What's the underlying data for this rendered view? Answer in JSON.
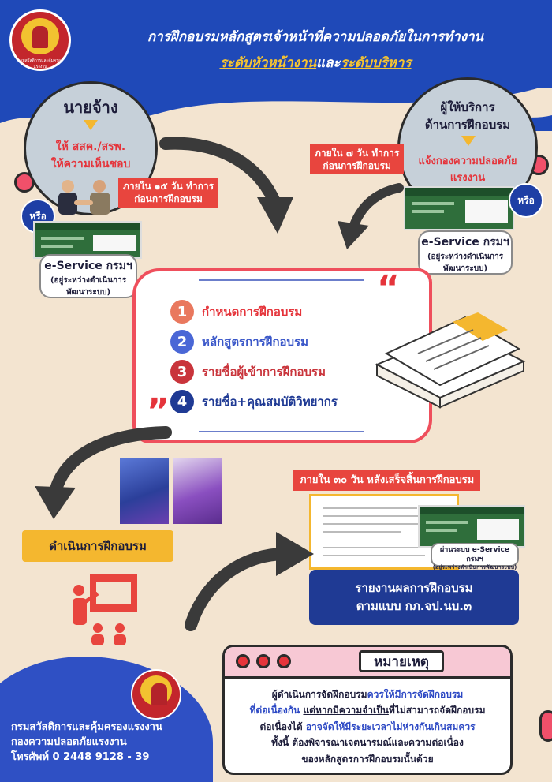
{
  "header": {
    "logo_text": "กรมสวัสดิการและคุ้มครองแรงงาน",
    "title": "การฝึกอบรมหลักสูตรเจ้าหน้าที่ความปลอดภัยในการทำงาน",
    "subtitle_part1": "ระดับหัวหน้างาน",
    "subtitle_join": "และ",
    "subtitle_part2": "ระดับบริหาร"
  },
  "employer": {
    "title": "นายจ้าง",
    "line1": "ให้ สสค./สรพ.",
    "line2": "ให้ความเห็นชอบ",
    "deadline_line1": "ภายใน ๑๕ วัน ทำการ",
    "deadline_line2": "ก่อนการฝึกอบรม",
    "or_label": "หรือ",
    "eservice_title": "e-Service กรมฯ",
    "eservice_sub1": "(อยู่ระหว่างดำเนินการ",
    "eservice_sub2": "พัฒนาระบบ)"
  },
  "provider": {
    "title1": "ผู้ให้บริการ",
    "title2": "ด้านการฝึกอบรม",
    "line1": "แจ้งกองความปลอดภัย",
    "line2": "แรงงาน",
    "deadline_line1": "ภายใน ๗ วัน ทำการ",
    "deadline_line2": "ก่อนการฝึกอบรม",
    "or_label": "หรือ",
    "eservice_title": "e-Service กรมฯ",
    "eservice_sub1": "(อยู่ระหว่างดำเนินการ",
    "eservice_sub2": "พัฒนาระบบ)"
  },
  "steps": [
    {
      "num": "1",
      "label": "กำหนดการฝึกอบรม",
      "color": "#e9785e"
    },
    {
      "num": "2",
      "label": "หลักสูตรการฝึกอบรม",
      "color": "#4a67d6"
    },
    {
      "num": "3",
      "label": "รายชื่อผู้เข้าการฝึกอบรม",
      "color": "#c9343b"
    },
    {
      "num": "4",
      "label": "รายชื่อ+คุณสมบัติวิทยากร",
      "color": "#1f3a94"
    }
  ],
  "quote_open": "“",
  "quote_close": "”",
  "conduct_label": "ดำเนินการฝึกอบรม",
  "report": {
    "deadline": "ภายใน ๓๐ วัน หลังเสร็จสิ้นการฝึกอบรม",
    "eservice_line1": "ผ่านระบบ e-Service กรมฯ",
    "eservice_line2": "(อยู่ระหว่างดำเนินการพัฒนาระบบ)",
    "title_line1": "รายงานผลการฝึกอบรม",
    "title_line2": "ตามแบบ กภ.จป.นบ.๓"
  },
  "footer": {
    "line1": "กรมสวัสดิการและคุ้มครองแรงงาน",
    "line2": "กองความปลอดภัยแรงงาน",
    "line3": "โทรศัพท์ 0 2448 9128 - 39"
  },
  "note": {
    "title": "หมายเหตุ",
    "p1a": "ผู้ดำเนินการจัดฝึกอบรม",
    "p1b": "ควรให้มีการจัดฝึกอบรม",
    "p2a": "ที่ต่อเนื่องกัน",
    "p2b": "แต่หากมีความจำเป็น",
    "p2c": "ที่ไม่สามารถจัดฝึกอบรม",
    "p3a": "ต่อเนื่องได้",
    "p3b": "อาจจัดให้มีระยะเวลาไม่ห่างกันเกินสมควร",
    "p4": "ทั้งนี้ ต้องพิจารณาเจตนารมณ์และความต่อเนื่อง",
    "p5": "ของหลักสูตรการฝึกอบรมนั้นด้วย"
  },
  "colors": {
    "blue": "#1f49b8",
    "red": "#e8453e",
    "yellow": "#f4b72f",
    "cream": "#f3e4d0"
  }
}
